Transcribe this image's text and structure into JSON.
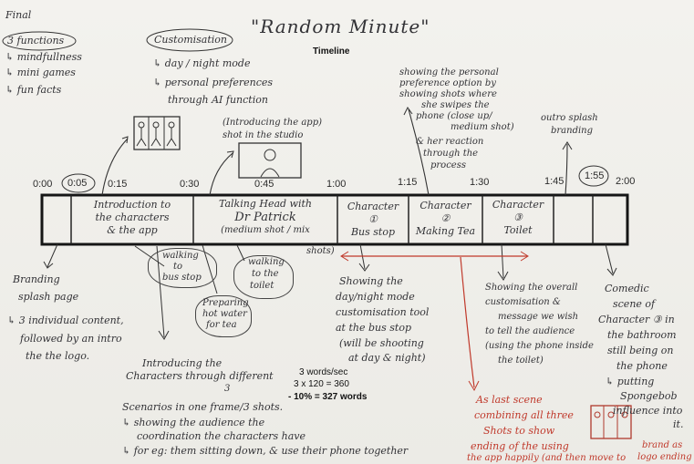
{
  "title": "\"Random Minute\"",
  "subtitle": "Timeline",
  "final": {
    "heading": "Final",
    "label": "3 functions",
    "items": [
      "↳ mindfullness",
      "↳ mini games",
      "↳ fun facts"
    ]
  },
  "customisation": {
    "label": "Customisation",
    "items": [
      "↳ day / night mode",
      "↳ personal preferences",
      "through AI function"
    ]
  },
  "intro_app": [
    "(Introducing the app)",
    "shot in the studio"
  ],
  "personal_pref": [
    "showing the personal",
    "preference option by",
    "showing shots where",
    "she swipes the",
    "phone (close up/",
    "medium shot)",
    "& her reaction",
    "through the",
    "process"
  ],
  "outro": [
    "outro splash",
    "branding"
  ],
  "times": {
    "t0000": "0:00",
    "t0005": "0:05",
    "t0015": "0:15",
    "t0030": "0:30",
    "t0045": "0:45",
    "t0100": "1:00",
    "t0115": "1:15",
    "t0130": "1:30",
    "t0145": "1:45",
    "t0155": "1:55",
    "t0200": "2:00"
  },
  "timeline": {
    "intro": [
      "Introduction to",
      "the characters",
      "& the app"
    ],
    "talking_head": [
      "Talking Head with",
      "Dr Patrick",
      "(medium shot / mix",
      "shots)"
    ],
    "c1": [
      "Character",
      "①",
      "Bus stop"
    ],
    "c2": [
      "Character",
      "②",
      "Making Tea"
    ],
    "c3": [
      "Character",
      "③",
      "Toilet"
    ]
  },
  "clouds": {
    "bus": [
      "walking",
      "to",
      "bus stop"
    ],
    "toilet": [
      "walking",
      "to the",
      "toilet"
    ],
    "tea": [
      "Preparing",
      "hot water",
      "for tea"
    ]
  },
  "branding": [
    "Branding",
    "splash page",
    "↳ 3 individual content,",
    "followed by an intro",
    "the the logo."
  ],
  "introducing_chars": [
    "Introducing the",
    "Characters through different",
    "3",
    "Scenarios in one frame/3 shots.",
    "↳ showing the audience the",
    "coordination the characters have",
    "↳ for eg: them sitting down, & use their phone together"
  ],
  "word_count": [
    "3 words/sec",
    "3 x 120 = 360",
    "- 10% = 327 words"
  ],
  "daynight": [
    "Showing the",
    "day/night mode",
    "customisation tool",
    "at the bus stop",
    "(will be shooting",
    "at day & night)"
  ],
  "overall": [
    "Showing the overall",
    "customisation &",
    "message we wish",
    "to tell the audience",
    "(using the phone inside",
    "the toilet)"
  ],
  "comedic": [
    "Comedic",
    "scene of",
    "Character ③ in",
    "the bathroom",
    "still being on",
    "the phone",
    "↳ putting",
    "Spongebob",
    "influence into",
    "it."
  ],
  "last_scene": [
    "As last scene",
    "combining all three",
    "Shots to show",
    "ending of the using",
    "the app happily (and then move to",
    "brand as",
    "logo ending"
  ]
}
